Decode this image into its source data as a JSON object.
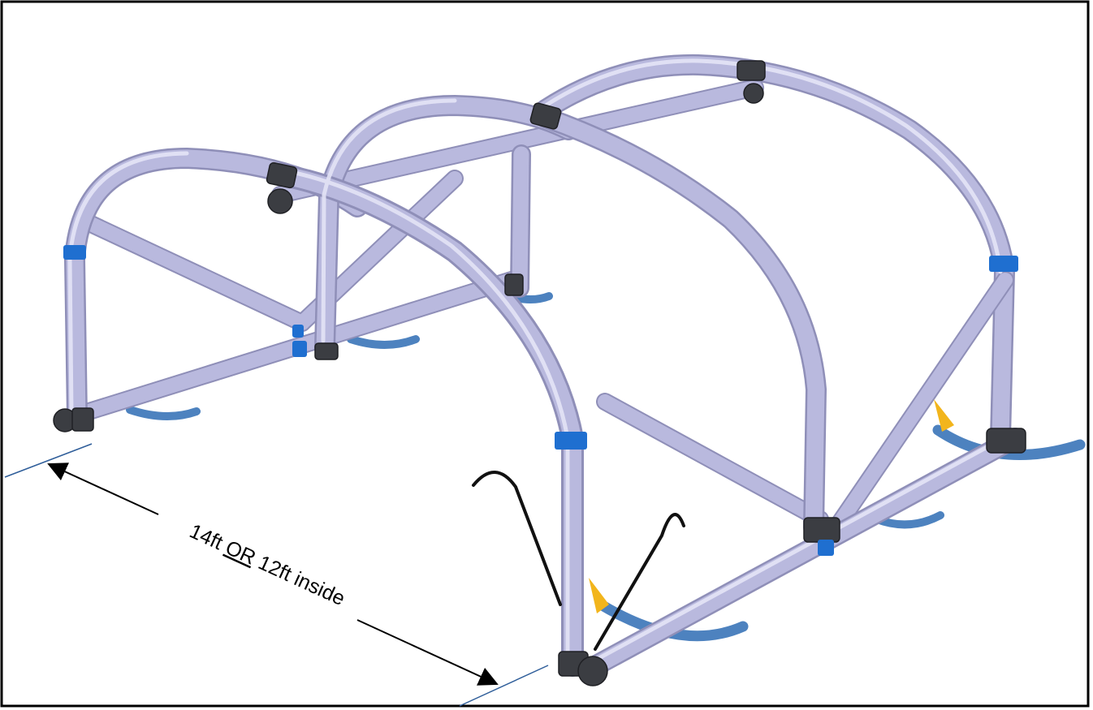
{
  "dimension": {
    "prefix": "14ft ",
    "emphasis": "OR",
    "suffix": " 12ft inside"
  },
  "colors": {
    "tube": "#b9b9de",
    "tube_outline": "#8f8fb8",
    "tube_highlight": "#e4e4f6",
    "connector": "#3b3d42",
    "clamp": "#1f6fd0",
    "ground_anchor": "#4d82bf",
    "stake_tip": "#f2b51c",
    "guy_wire": "#111111",
    "guide_line": "#2f5e9a",
    "frame_border": "#000000"
  },
  "icons": [
    "tube-frame",
    "ground-anchor",
    "stake",
    "guy-wire",
    "dimension-arrow"
  ]
}
